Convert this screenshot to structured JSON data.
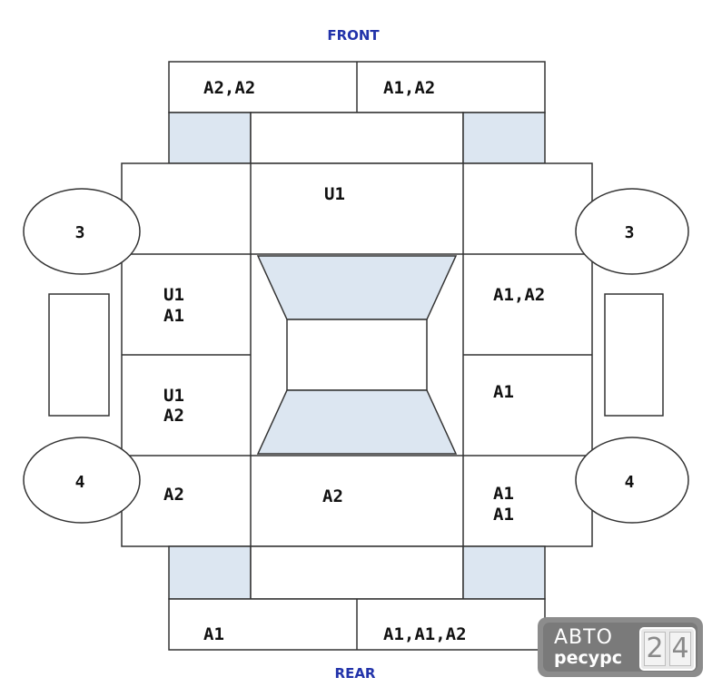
{
  "labels": {
    "front": "FRONT",
    "rear": "REAR",
    "top_left": "A2,A2",
    "top_right": "A1,A2",
    "upper_center": "U1",
    "left_upper_line1": "U1",
    "left_upper_line2": "A1",
    "left_lower_line1": "U1",
    "left_lower_line2": "A2",
    "bottom_left_corner": "A2",
    "bottom_center": "A2",
    "right_upper": "A1,A2",
    "right_lower": "A1",
    "bottom_right_corner_line1": "A1",
    "bottom_right_corner_line2": "A1",
    "bottom_left": "A1",
    "bottom_right": "A1,A1,A2"
  },
  "wheels": {
    "front_left": "3",
    "front_right": "3",
    "rear_left": "4",
    "rear_right": "4"
  },
  "badge": {
    "word1": "АВТО",
    "word2": "ресурс",
    "digit1": "2",
    "digit2": "4"
  },
  "colors": {
    "panel_fill": "#dce6f1",
    "line": "#333333",
    "direction_text": "#2233aa"
  }
}
